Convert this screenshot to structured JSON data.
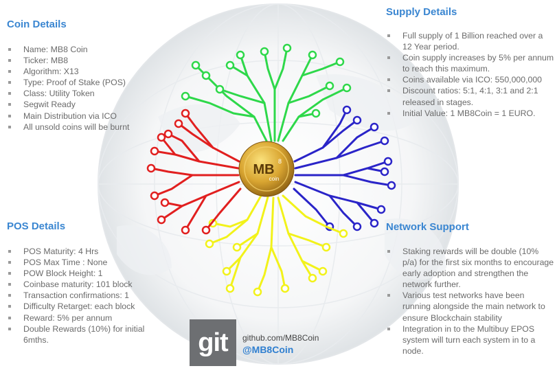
{
  "coin_details": {
    "title": "Coin Details",
    "items": [
      "Name: MB8 Coin",
      "Ticker: MB8",
      "Algorithm: X13",
      "Type: Proof of Stake (POS)",
      "Class: Utility Token",
      "Segwit Ready",
      "Main Distribution via ICO",
      "All unsold coins will be burnt"
    ]
  },
  "supply_details": {
    "title": "Supply Details",
    "items": [
      "Full supply of 1 Billion reached over a 12 Year period.",
      "Coin supply increases by 5% per annum to reach this maximum.",
      "Coins available via ICO: 550,000,000",
      "Discount ratios: 5:1, 4:1, 3:1 and 2:1 released in stages.",
      "Initial Value: 1 MB8Coin = 1 EURO."
    ]
  },
  "pos_details": {
    "title": "POS Details",
    "items": [
      "POS Maturity: 4 Hrs",
      "POS Max Time : None",
      "POW Block Height: 1",
      "Coinbase maturity: 101 block",
      "Transaction confirmations: 1",
      "Difficulty Retarget: each block",
      "Reward: 5% per annum",
      "Double Rewards (10%) for initial 6mths."
    ]
  },
  "network_support": {
    "title": "Network Support",
    "items": [
      "Staking rewards will be double (10% p/a) for the first six months to encourage early adoption and strengthen the network further.",
      "Various test networks have been running alongside the main network to ensure Blockchain stability",
      "Integration in to the Multibuy EPOS system will turn each system in to a node."
    ]
  },
  "git": {
    "logo_text": "git",
    "url": "github.com/MB8Coin",
    "handle": "@MB8Coin"
  },
  "coin": {
    "logo_text": "MB",
    "superscript": "8",
    "sub_text": "coin"
  },
  "colors": {
    "heading": "#3a86d1",
    "text": "#6a6a6a",
    "circuit_green": "#2ed84a",
    "circuit_blue": "#2a24c8",
    "circuit_yellow": "#f2f21a",
    "circuit_red": "#e11f1f",
    "coin_gold": "#d9a531",
    "git_gray": "#6d6f72"
  }
}
